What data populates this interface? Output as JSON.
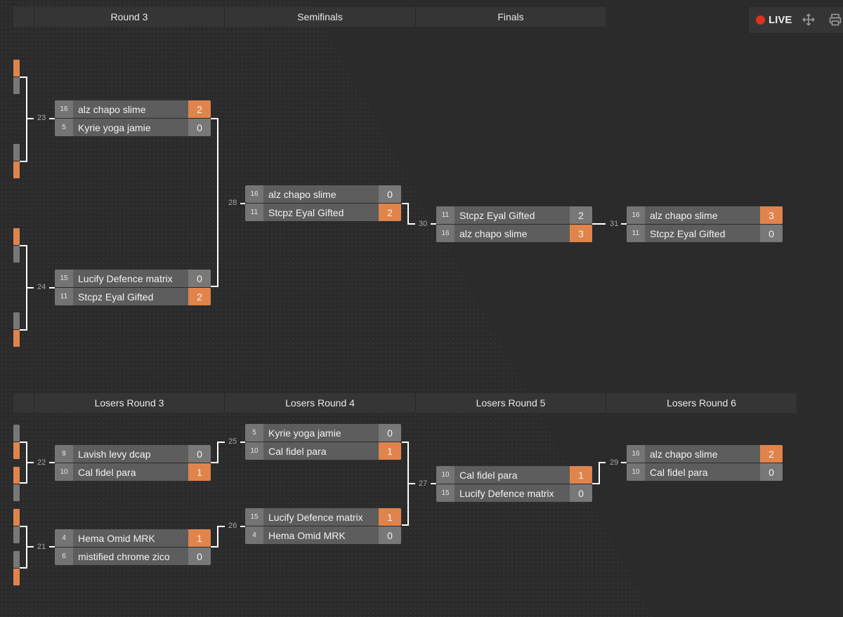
{
  "headers": {
    "round3": "Round 3",
    "semifinals": "Semifinals",
    "finals": "Finals",
    "losers3": "Losers Round 3",
    "losers4": "Losers Round 4",
    "losers5": "Losers Round 5",
    "losers6": "Losers Round 6"
  },
  "toolbar": {
    "live": "LIVE",
    "move_icon": "move-icon",
    "print_icon": "printer-icon"
  },
  "colors": {
    "win": "#e0844c",
    "loss": "#787878",
    "live": "#e0301e"
  },
  "matches": {
    "m23": {
      "num": "23",
      "p1": {
        "seed": "16",
        "name": "alz chapo slime",
        "score": "2"
      },
      "p2": {
        "seed": "5",
        "name": "Kyrie yoga jamie",
        "score": "0"
      }
    },
    "m24": {
      "num": "24",
      "p1": {
        "seed": "15",
        "name": "Lucify Defence matrix",
        "score": "0"
      },
      "p2": {
        "seed": "11",
        "name": "Stcpz Eyal Gifted",
        "score": "2"
      }
    },
    "m28": {
      "num": "28",
      "p1": {
        "seed": "16",
        "name": "alz chapo slime",
        "score": "0"
      },
      "p2": {
        "seed": "11",
        "name": "Stcpz Eyal Gifted",
        "score": "2"
      }
    },
    "m30": {
      "num": "30",
      "p1": {
        "seed": "11",
        "name": "Stcpz Eyal Gifted",
        "score": "2"
      },
      "p2": {
        "seed": "16",
        "name": "alz chapo slime",
        "score": "3"
      }
    },
    "m31": {
      "num": "31",
      "p1": {
        "seed": "16",
        "name": "alz chapo slime",
        "score": "3"
      },
      "p2": {
        "seed": "11",
        "name": "Stcpz Eyal Gifted",
        "score": "0"
      }
    },
    "m22": {
      "num": "22",
      "p1": {
        "seed": "9",
        "name": "Lavish levy dcap",
        "score": "0"
      },
      "p2": {
        "seed": "10",
        "name": "Cal fidel para",
        "score": "1"
      }
    },
    "m21": {
      "num": "21",
      "p1": {
        "seed": "4",
        "name": "Hema Omid MRK",
        "score": "1"
      },
      "p2": {
        "seed": "6",
        "name": "mistified chrome zico",
        "score": "0"
      }
    },
    "m25": {
      "num": "25",
      "p1": {
        "seed": "5",
        "name": "Kyrie yoga jamie",
        "score": "0"
      },
      "p2": {
        "seed": "10",
        "name": "Cal fidel para",
        "score": "1"
      }
    },
    "m26": {
      "num": "26",
      "p1": {
        "seed": "15",
        "name": "Lucify Defence matrix",
        "score": "1"
      },
      "p2": {
        "seed": "4",
        "name": "Hema Omid MRK",
        "score": "0"
      }
    },
    "m27": {
      "num": "27",
      "p1": {
        "seed": "10",
        "name": "Cal fidel para",
        "score": "1"
      },
      "p2": {
        "seed": "15",
        "name": "Lucify Defence matrix",
        "score": "0"
      }
    },
    "m29": {
      "num": "29",
      "p1": {
        "seed": "16",
        "name": "alz chapo slime",
        "score": "2"
      },
      "p2": {
        "seed": "10",
        "name": "Cal fidel para",
        "score": "0"
      }
    }
  }
}
